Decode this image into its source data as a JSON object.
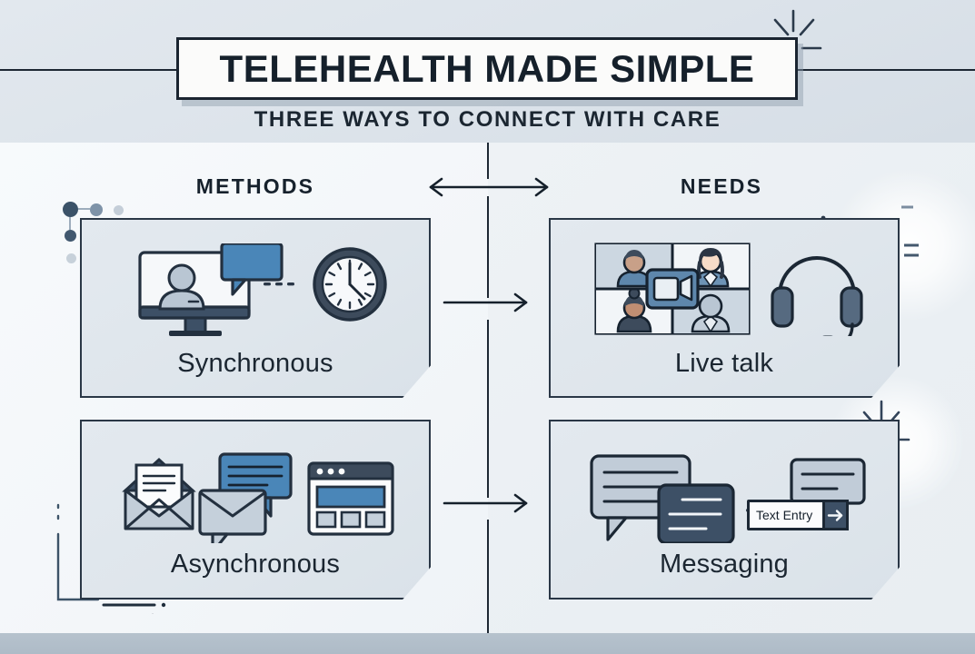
{
  "header": {
    "title": "TELEHEALTH MADE SIMPLE",
    "subtitle": "THREE WAYS TO CONNECT WITH CARE"
  },
  "columns": {
    "left_label": "METHODS",
    "right_label": "NEEDS"
  },
  "cards": [
    {
      "id": "synchronous",
      "label": "Synchronous",
      "column": "methods",
      "icons": [
        "monitor-person-icon",
        "speech-bubble-icon",
        "clock-icon"
      ]
    },
    {
      "id": "asynchronous",
      "label": "Asynchronous",
      "column": "methods",
      "icons": [
        "open-envelope-icon",
        "chat-bubble-icon",
        "envelope-bubble-icon",
        "browser-window-icon"
      ]
    },
    {
      "id": "live-talk",
      "label": "Live talk",
      "column": "needs",
      "icons": [
        "video-grid-icon",
        "video-camera-icon",
        "headset-icon"
      ]
    },
    {
      "id": "messaging",
      "label": "Messaging",
      "column": "needs",
      "icons": [
        "chat-bubbles-icon",
        "message-card-icon",
        "text-entry-field",
        "send-arrow-icon"
      ]
    }
  ],
  "messaging": {
    "text_entry_label": "Text Entry",
    "send_icon": "arrow-right-icon"
  },
  "colors": {
    "ink": "#1d2733",
    "accent_blue": "#4a86b8",
    "deep_navy": "#3d5066",
    "card_fill": "#e1e8ee",
    "panel_left": "#f4f7f9",
    "panel_right": "#eaeff3",
    "header_band": "#dfe6ec",
    "footer_band": "#b2bfca"
  },
  "connectors": {
    "top_double_arrow": "double-headed-arrow",
    "row1_arrow": "arrow-right",
    "row2_arrow": "arrow-right",
    "sync_dots": "dotted-connector",
    "msg_dots": "dotted-connector"
  }
}
